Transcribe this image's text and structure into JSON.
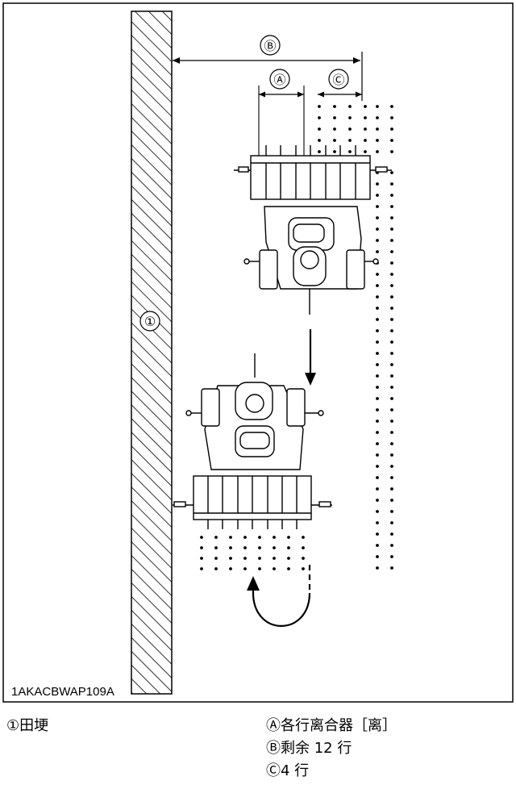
{
  "figure": {
    "id_code": "1AKACBWAP109A",
    "callouts": {
      "levee": "①",
      "a": "Ⓐ",
      "b": "Ⓑ",
      "c": "Ⓒ"
    }
  },
  "legend": {
    "left": [
      {
        "mark": "①",
        "text": "田埂"
      }
    ],
    "right": [
      {
        "mark": "Ⓐ",
        "text": "各行离合器［离］"
      },
      {
        "mark": "Ⓑ",
        "text": "剩余 12 行"
      },
      {
        "mark": "Ⓒ",
        "text": "4 行"
      }
    ]
  },
  "icons": [
    "transplanter-top-view-icon",
    "transplanter-reversed-icon",
    "u-turn-arrow-icon",
    "down-arrow-icon"
  ]
}
